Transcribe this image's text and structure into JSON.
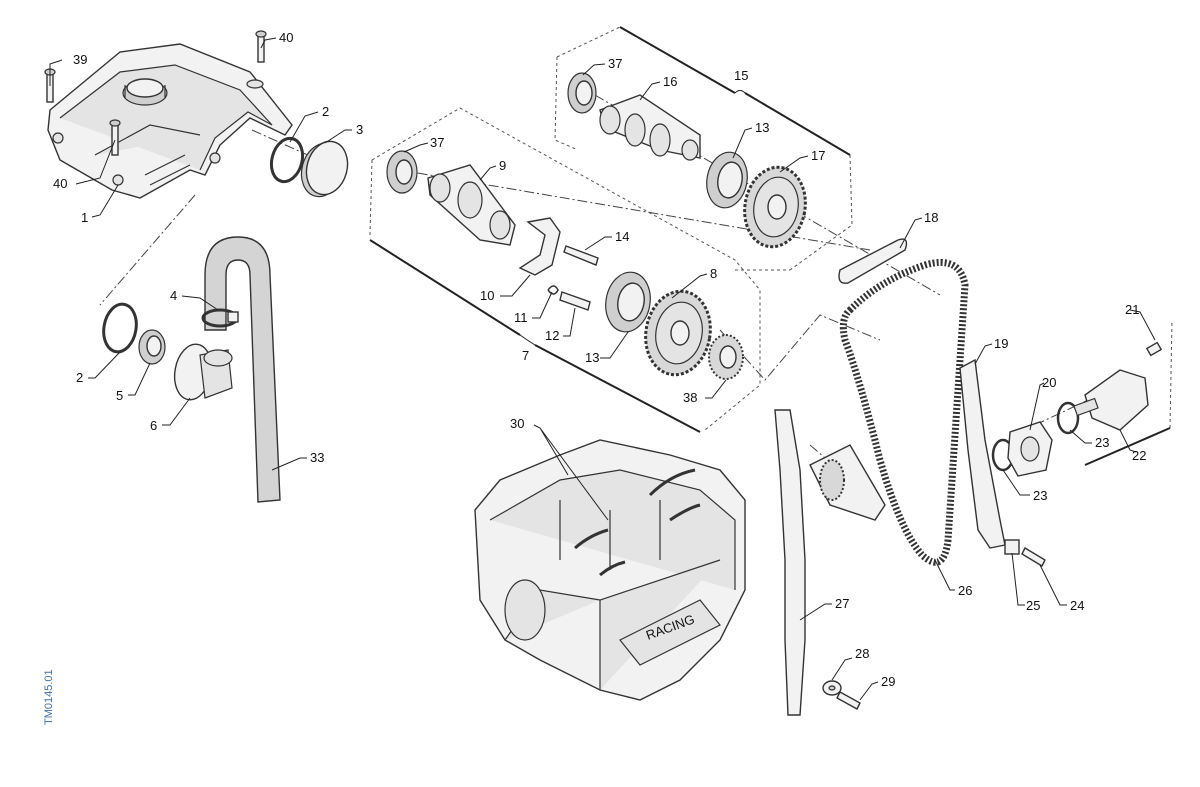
{
  "drawing_code": "TM0145.01",
  "callouts": [
    {
      "id": "c39",
      "text": "39"
    },
    {
      "id": "c40a",
      "text": "40"
    },
    {
      "id": "c40b",
      "text": "40"
    },
    {
      "id": "c1",
      "text": "1"
    },
    {
      "id": "c2a",
      "text": "2"
    },
    {
      "id": "c3",
      "text": "3"
    },
    {
      "id": "c4",
      "text": "4"
    },
    {
      "id": "c2b",
      "text": "2"
    },
    {
      "id": "c5",
      "text": "5"
    },
    {
      "id": "c6",
      "text": "6"
    },
    {
      "id": "c33",
      "text": "33"
    },
    {
      "id": "c37a",
      "text": "37"
    },
    {
      "id": "c16",
      "text": "16"
    },
    {
      "id": "c15",
      "text": "15"
    },
    {
      "id": "c13a",
      "text": "13"
    },
    {
      "id": "c17",
      "text": "17"
    },
    {
      "id": "c37b",
      "text": "37"
    },
    {
      "id": "c9",
      "text": "9"
    },
    {
      "id": "c14",
      "text": "14"
    },
    {
      "id": "c8",
      "text": "8"
    },
    {
      "id": "c10",
      "text": "10"
    },
    {
      "id": "c11",
      "text": "11"
    },
    {
      "id": "c12",
      "text": "12"
    },
    {
      "id": "c7",
      "text": "7"
    },
    {
      "id": "c13b",
      "text": "13"
    },
    {
      "id": "c38",
      "text": "38"
    },
    {
      "id": "c18",
      "text": "18"
    },
    {
      "id": "c21",
      "text": "21"
    },
    {
      "id": "c19",
      "text": "19"
    },
    {
      "id": "c20",
      "text": "20"
    },
    {
      "id": "c23a",
      "text": "23"
    },
    {
      "id": "c22",
      "text": "22"
    },
    {
      "id": "c23b",
      "text": "23"
    },
    {
      "id": "c30",
      "text": "30"
    },
    {
      "id": "c26",
      "text": "26"
    },
    {
      "id": "c25",
      "text": "25"
    },
    {
      "id": "c24",
      "text": "24"
    },
    {
      "id": "c27",
      "text": "27"
    },
    {
      "id": "c28",
      "text": "28"
    },
    {
      "id": "c29",
      "text": "29"
    }
  ],
  "head_casting_text": "RACING"
}
